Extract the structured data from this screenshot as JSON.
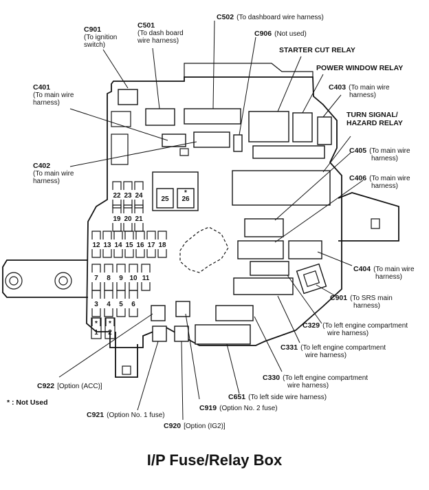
{
  "title": "I/P Fuse/Relay Box",
  "footnote": "* : Not Used",
  "labels": {
    "c901_top": [
      "C901",
      "(To ignition",
      "switch)"
    ],
    "c501": [
      "C501",
      "(To dash board",
      "wire harness)"
    ],
    "c502": [
      "C502",
      "(To dashboard wire harness)"
    ],
    "c906": [
      "C906",
      "(Not used)"
    ],
    "starter_cut_relay": "STARTER CUT RELAY",
    "power_window_relay": "POWER WINDOW RELAY",
    "c403": [
      "C403",
      "(To main wire",
      "harness)"
    ],
    "c401": [
      "C401",
      "(To main wire",
      "harness)"
    ],
    "turn_signal": [
      "TURN SIGNAL/",
      "HAZARD RELAY"
    ],
    "c405": [
      "C405",
      "(To main wire",
      "harness)"
    ],
    "c402": [
      "C402",
      "(To main wire",
      "harness)"
    ],
    "c406": [
      "C406",
      "(To main wire",
      "harness)"
    ],
    "c404": [
      "C404",
      "(To main wire",
      "harness)"
    ],
    "c901_srs": [
      "C901",
      "(To SRS main",
      "harness)"
    ],
    "c329": [
      "C329",
      "(To left engine compartment",
      "wire harness)"
    ],
    "c331": [
      "C331",
      "(To left engine compartment",
      "wire harness)"
    ],
    "c330": [
      "C330",
      "(To left engine compartment",
      "wire harness)"
    ],
    "c922": [
      "C922",
      "[Option (ACC)]"
    ],
    "c651": [
      "C651",
      "(To left side wire harness)"
    ],
    "c921": [
      "C921",
      "(Option No. 1 fuse)"
    ],
    "c919": [
      "C919",
      "(Option No. 2 fuse)"
    ],
    "c920": [
      "C920",
      "[Option (IG2)]"
    ]
  },
  "fuses": {
    "row_22_24": [
      "22",
      "23",
      "24"
    ],
    "row_19_21": [
      "19",
      "20",
      "21"
    ],
    "row_12_18": [
      "12",
      "13",
      "14",
      "15",
      "16",
      "17",
      "18"
    ],
    "row_7_11": [
      "7",
      "8",
      "9",
      "10",
      "11"
    ],
    "row_3_6": [
      "3",
      "4",
      "5",
      "6"
    ],
    "row_1_2": [
      "1",
      "2"
    ],
    "relay_25": "25",
    "relay_26": "26",
    "star": "*"
  }
}
